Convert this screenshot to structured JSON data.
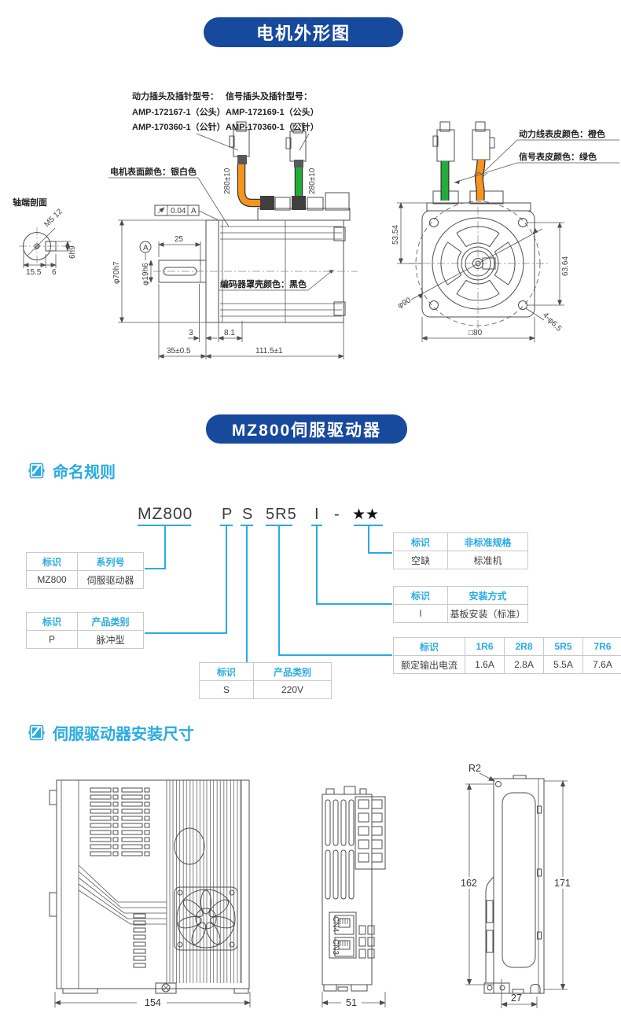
{
  "banners": {
    "motor": "电机外形图",
    "driver": "MZ800伺服驱动器"
  },
  "sections": {
    "naming": "命名规则",
    "mounting": "伺服驱动器安装尺寸"
  },
  "colors": {
    "banner_blue": "#17499D",
    "accent_blue": "#29ABE2",
    "cable_orange": "#F7941E",
    "cable_green": "#22AC38"
  },
  "motor": {
    "shaft_section_label": "轴端剖面",
    "power_plug": {
      "title": "动力插头及插针型号：",
      "line1": "AMP-172167-1（公头）",
      "line2": "AMP-170360-1（公针）"
    },
    "signal_plug": {
      "title": "信号插头及插针型号：",
      "line1": "AMP-172169-1（公头）",
      "line2": "AMP-170360-1（公针）"
    },
    "notes": {
      "surface": "电机表面颜色：银白色",
      "encoder": "编码器罩壳颜色：黑色",
      "power_wire": "动力线表皮颜色：橙色",
      "signal_wire": "信号表皮颜色：绿色"
    },
    "dims": {
      "cable_len_power": "280±10",
      "cable_len_signal": "280±10",
      "m5": "M5 12",
      "d155": "15.5",
      "k6h9": "6h9",
      "k6": "6",
      "runout": "0.04",
      "datum": "A",
      "len25": "25",
      "d70": "φ70h7",
      "d19": "φ19h6",
      "gap3": "3",
      "gap81": "8.1",
      "len35": "35±0.5",
      "len111": "111.5±1",
      "h5354": "53.54",
      "h6364": "63.64",
      "pcd": "φ90",
      "holes": "4-φ6.5",
      "sq80": "□80"
    }
  },
  "naming": {
    "code": {
      "series": "MZ800",
      "type": "P",
      "voltage": "S",
      "current": "5R5",
      "mount": "I",
      "dash": "-",
      "stars": "★★"
    },
    "tables": {
      "series": {
        "headers": [
          "标识",
          "系列号"
        ],
        "rows": [
          [
            "MZ800",
            "伺服驱动器"
          ]
        ]
      },
      "product": {
        "headers": [
          "标识",
          "产品类别"
        ],
        "rows": [
          [
            "P",
            "脉冲型"
          ]
        ]
      },
      "voltage": {
        "headers": [
          "标识",
          "产品类别"
        ],
        "rows": [
          [
            "S",
            "220V"
          ]
        ]
      },
      "nonstandard": {
        "headers": [
          "标识",
          "非标准规格"
        ],
        "rows": [
          [
            "空缺",
            "标准机"
          ]
        ]
      },
      "mounting": {
        "headers": [
          "标识",
          "安装方式"
        ],
        "rows": [
          [
            "I",
            "基板安装（标准）"
          ]
        ]
      },
      "current": {
        "headers": [
          "标识",
          "1R6",
          "2R8",
          "5R5",
          "7R6"
        ],
        "rows": [
          [
            "额定输出电流",
            "1.6A",
            "2.8A",
            "5.5A",
            "7.6A"
          ]
        ]
      }
    }
  },
  "driver": {
    "dims": {
      "width": "154",
      "depth": "51",
      "back_w": "27",
      "h162": "162",
      "h171": "171",
      "r2": "R2"
    },
    "ports": {
      "cn4": "CN4",
      "cn3": "CN3"
    }
  }
}
